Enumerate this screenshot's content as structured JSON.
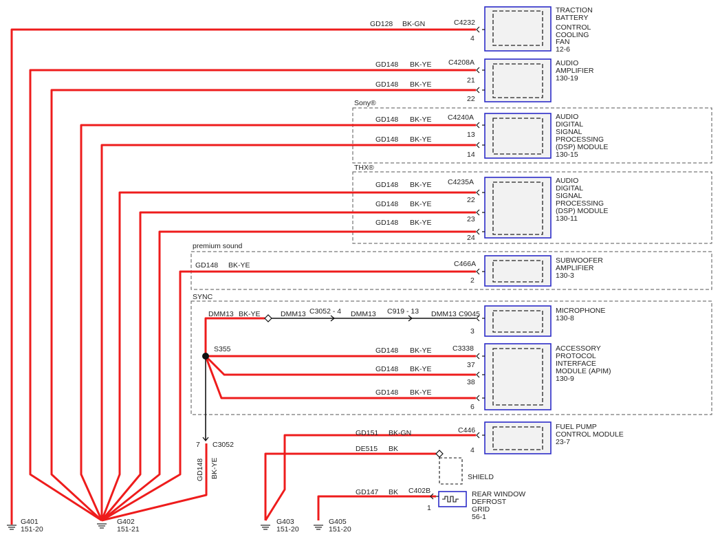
{
  "modules": {
    "fan": {
      "lines": [
        "TRACTION",
        "BATTERY",
        "CONTROL",
        "COOLING",
        "FAN"
      ],
      "ref": "12-6"
    },
    "amp": {
      "lines": [
        "AUDIO",
        "AMPLIFIER"
      ],
      "ref": "130-19"
    },
    "dsp1": {
      "lines": [
        "AUDIO",
        "DIGITAL",
        "SIGNAL",
        "PROCESSING",
        "(DSP) MODULE"
      ],
      "ref": "130-15"
    },
    "dsp2": {
      "lines": [
        "AUDIO",
        "DIGITAL",
        "SIGNAL",
        "PROCESSING",
        "(DSP) MODULE"
      ],
      "ref": "130-11"
    },
    "sub": {
      "lines": [
        "SUBWOOFER",
        "AMPLIFIER"
      ],
      "ref": "130-3"
    },
    "mic": {
      "lines": [
        "MICROPHONE"
      ],
      "ref": "130-8"
    },
    "apim": {
      "lines": [
        "ACCESSORY",
        "PROTOCOL",
        "INTERFACE",
        "MODULE (APIM)"
      ],
      "ref": "130-9"
    },
    "fuel": {
      "lines": [
        "FUEL PUMP",
        "CONTROL MODULE"
      ],
      "ref": "23-7"
    },
    "defrost": {
      "lines": [
        "REAR WINDOW",
        "DEFROST",
        "GRID"
      ],
      "ref": "56-1"
    }
  },
  "option_labels": {
    "sony": "Sony®",
    "thx": "THX®",
    "premium": "premium sound",
    "sync": "SYNC"
  },
  "connectors": {
    "fan": "C4232",
    "amp": "C4208A",
    "dsp1": "C4240A",
    "dsp2": "C4235A",
    "sub": "C466A",
    "mic": "C9045",
    "apim": "C3338",
    "fuel": "C446",
    "defrost": "C402B",
    "c3052": "C3052",
    "c3052_4": "C3052 - 4",
    "c919_13": "C919 - 13"
  },
  "pins": {
    "fan": "4",
    "amp_a": "21",
    "amp_b": "22",
    "dsp1_a": "13",
    "dsp1_b": "14",
    "dsp2_a": "22",
    "dsp2_b": "23",
    "dsp2_c": "24",
    "sub": "2",
    "mic": "3",
    "apim_a": "37",
    "apim_b": "38",
    "apim_c": "6",
    "fuel": "4",
    "defrost": "1",
    "c3052": "7"
  },
  "circuits": {
    "gd128": "GD128",
    "gd148": "GD148",
    "dmm13": "DMM13",
    "gd151": "GD151",
    "de515": "DE515",
    "gd147": "GD147"
  },
  "colors_codes": {
    "bkgn": "BK-GN",
    "bkye": "BK-YE",
    "bk": "BK"
  },
  "splice": "S355",
  "shield": "SHIELD",
  "grounds": [
    {
      "id": "G401",
      "ref": "151-20"
    },
    {
      "id": "G402",
      "ref": "151-21"
    },
    {
      "id": "G403",
      "ref": "151-20"
    },
    {
      "id": "G405",
      "ref": "151-20"
    }
  ],
  "colors": {
    "wire_red": "#ee1c1c",
    "module_border": "#2b2bc8",
    "module_fill": "#f2f2f2"
  }
}
